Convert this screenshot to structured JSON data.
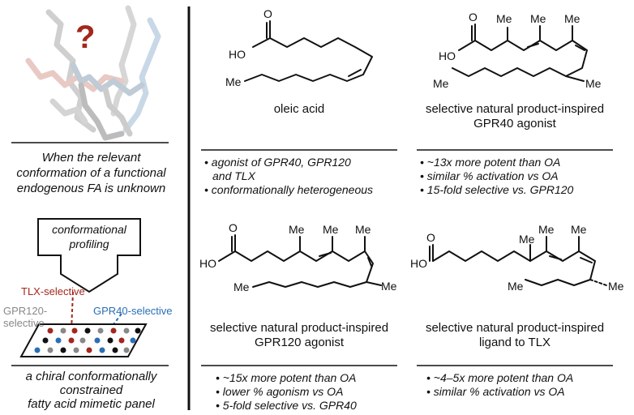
{
  "left": {
    "question_mark": "?",
    "intro_text": [
      "When the relevant",
      "conformation of a functional",
      "endogenous FA is unknown"
    ],
    "arrow_text": [
      "conformational",
      "profiling"
    ],
    "labels": {
      "tlx": "TLX-selective",
      "gpr120": [
        "GPR120-",
        "selective"
      ],
      "gpr40": "GPR40-selective"
    },
    "bottom_text": [
      "a chiral conformationally",
      "constrained",
      "fatty acid mimetic panel"
    ]
  },
  "panels": {
    "oleic": {
      "caption": [
        "oleic acid"
      ],
      "bullets": [
        "agonist of GPR40, GPR120",
        "and TLX",
        "conformationally heterogeneous"
      ],
      "atoms": {
        "acid": "HO",
        "o": "O",
        "me": "Me"
      }
    },
    "gpr40": {
      "caption": [
        "selective natural product-inspired",
        "GPR40 agonist"
      ],
      "bullets": [
        "~13x more potent than OA",
        "similar % activation vs OA",
        "15-fold selective vs. GPR120"
      ],
      "atoms": {
        "acid": "HO",
        "o": "O",
        "me": "Me"
      }
    },
    "gpr120": {
      "caption": [
        "selective natural product-inspired",
        "GPR120 agonist"
      ],
      "bullets": [
        "~15x more potent than OA",
        "lower % agonism vs OA",
        "5-fold selective vs. GPR40"
      ],
      "atoms": {
        "acid": "HO",
        "o": "O",
        "me": "Me"
      }
    },
    "tlx": {
      "caption": [
        "selective natural product-inspired",
        "ligand to TLX"
      ],
      "bullets": [
        "~4–5x more potent than OA",
        "similar % activation vs OA"
      ],
      "atoms": {
        "acid": "HO",
        "o": "O",
        "me": "Me"
      }
    }
  },
  "colors": {
    "tlx": "#a3271c",
    "gpr40": "#2a6fb5",
    "gpr120": "#888888",
    "black": "#111111"
  }
}
